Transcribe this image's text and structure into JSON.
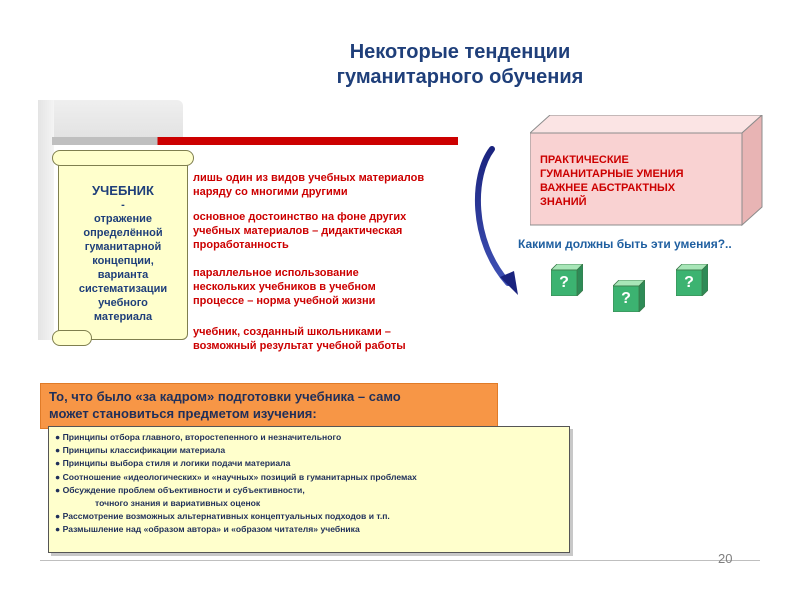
{
  "title": {
    "line1": "Некоторые тенденции",
    "line2": "гуманитарного обучения"
  },
  "scroll": {
    "heading": "УЧЕБНИК",
    "dash": "-",
    "lines": [
      "отражение",
      "определённой",
      "гуманитарной",
      "концепции,",
      "варианта",
      "систематизации",
      "учебного",
      "материала"
    ]
  },
  "points": [
    {
      "lines": [
        "лишь один из видов учебных материалов",
        "наряду со многими другими"
      ]
    },
    {
      "lines": [
        "основное достоинство на фоне других",
        "учебных материалов – дидактическая",
        "проработанность"
      ]
    },
    {
      "lines": [
        "параллельное использование",
        "нескольких учебников в учебном",
        "процессе – норма учебной жизни"
      ]
    },
    {
      "lines": [
        "учебник, созданный школьниками –",
        "возможный результат учебной работы"
      ]
    }
  ],
  "box": {
    "lines": [
      "ПРАКТИЧЕСКИЕ",
      "ГУМАНИТАРНЫЕ УМЕНИЯ",
      "ВАЖНЕЕ АБСТРАКТНЫХ",
      "ЗНАНИЙ"
    ]
  },
  "question": "Какими должны быть эти умения?..",
  "question_mark": "?",
  "orange": {
    "lines": [
      "То, что было «за кадром» подготовки учебника – само",
      "может становиться предметом изучения:"
    ]
  },
  "list": [
    "● Принципы отбора главного, второстепенного и незначительного",
    "● Принципы классификации материала",
    "● Принципы выбора стиля и логики подачи материала",
    "● Соотношение «идеологических» и «научных» позиций в гуманитарных проблемах",
    "● Обсуждение проблем объективности и субъективности,",
    "точного знания и вариативных оценок",
    "● Рассмотрение возможных альтернативных концептуальных подходов и т.п.",
    "● Размышление над «образом автора» и «образом читателя» учебника"
  ],
  "page_number": "20",
  "colors": {
    "title": "#1f3f7a",
    "accent_red": "#cc0000",
    "scroll_fill": "#ffffcc",
    "box_pink": "#f9d2d2",
    "cube_green": "#3cb371",
    "orange": "#f79646"
  }
}
